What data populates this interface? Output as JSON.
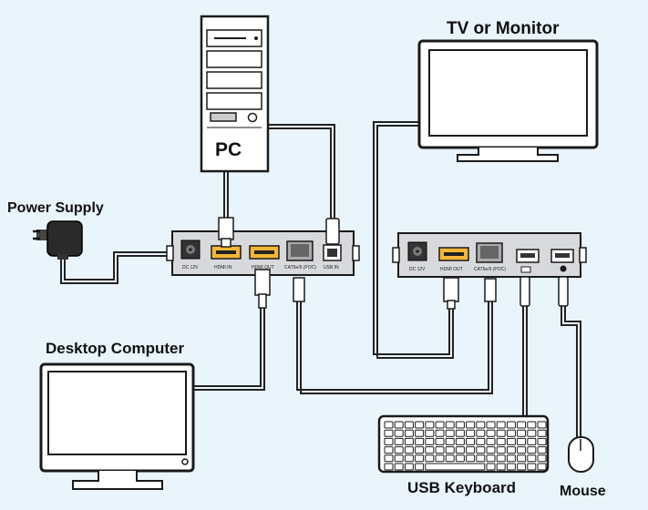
{
  "labels": {
    "tv": "TV or Monitor",
    "pc": "PC",
    "power": "Power  Supply",
    "desktop": "Desktop Computer",
    "keyboard": "USB Keyboard",
    "mouse": "Mouse"
  },
  "transmitter_ports": [
    "DC 12V",
    "HDMI IN",
    "HDMI OUT",
    "CAT5e/6 (POC)",
    "USB IN"
  ],
  "receiver_ports": [
    "DC 12V",
    "HDMI OUT",
    "CAT5e/6 (POC)"
  ],
  "colors": {
    "background": "#e9f4fb",
    "device_fill": "#ffffff",
    "outline": "#1a1a1a",
    "box_fill": "#d7d9dc",
    "hdmi_gold": "#f3b637"
  }
}
